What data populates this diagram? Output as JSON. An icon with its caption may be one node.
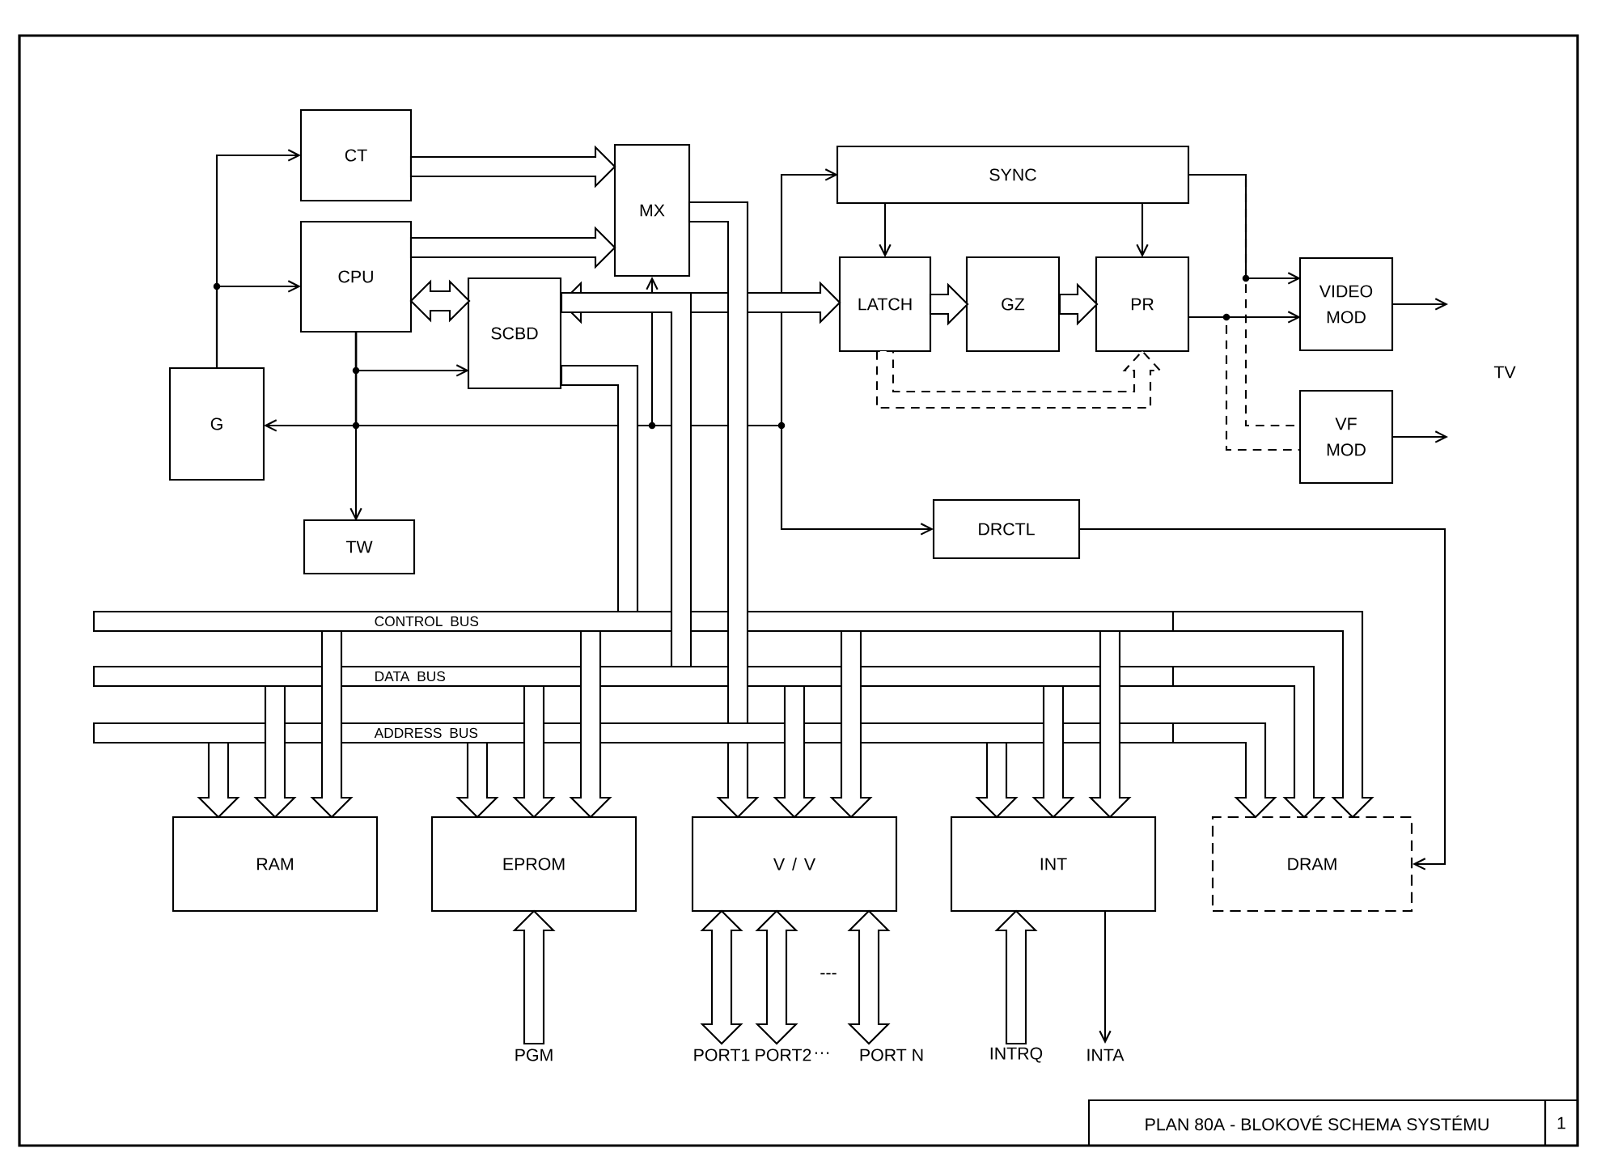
{
  "diagram": {
    "nodes": [
      {
        "text": [
          "CT"
        ]
      },
      {
        "text": [
          "CPU"
        ]
      },
      {
        "text": [
          "G"
        ]
      },
      {
        "text": [
          "SCBD"
        ]
      },
      {
        "text": [
          "TW"
        ]
      },
      {
        "text": [
          "MX"
        ]
      },
      {
        "text": [
          "SYNC"
        ]
      },
      {
        "text": [
          "LATCH"
        ]
      },
      {
        "text": [
          "GZ"
        ]
      },
      {
        "text": [
          "PR"
        ]
      },
      {
        "text": [
          "VIDEO MOD"
        ]
      },
      {
        "text": [
          "VF MOD"
        ]
      },
      {
        "text": [
          "DRCTL"
        ]
      },
      {
        "text": [
          "CONTROL BUS"
        ]
      },
      {
        "text": [
          "DATA BUS"
        ]
      },
      {
        "text": [
          "ADDRESS BUS"
        ]
      },
      {
        "text": [
          "RAM"
        ]
      },
      {
        "text": [
          "EPROM"
        ]
      },
      {
        "text": [
          "V / V"
        ]
      },
      {
        "text": [
          "INT"
        ]
      },
      {
        "text": [
          "DRAM"
        ]
      },
      {
        "text": [
          "PGM"
        ]
      },
      {
        "text": [
          "PORT1"
        ]
      },
      {
        "text": [
          "PORT2"
        ]
      },
      {
        "text": [
          "PORT N"
        ]
      },
      {
        "text": [
          "INTRQ"
        ]
      },
      {
        "text": [
          "INTA"
        ]
      }
    ],
    "edges": [
      {
        "from": 2,
        "to": 0,
        "arrow": "to"
      },
      {
        "from": 2,
        "to": 1,
        "arrow": "to"
      },
      {
        "from": 0,
        "to": 5,
        "arrow": "to",
        "style": "thick"
      },
      {
        "from": 1,
        "to": 5,
        "arrow": "to",
        "style": "thick"
      },
      {
        "from": 1,
        "to": 3,
        "arrow": "both",
        "style": "thick"
      },
      {
        "from": 1,
        "to": 3,
        "arrow": "to"
      },
      {
        "from": 1,
        "to": 4,
        "arrow": "to"
      },
      {
        "from": 1,
        "to": 2,
        "arrow": "to"
      },
      {
        "from": 1,
        "to": 5,
        "arrow": "to"
      },
      {
        "from": 1,
        "to": 6,
        "arrow": "to"
      },
      {
        "from": 1,
        "to": 12,
        "arrow": "to"
      },
      {
        "from": 3,
        "to": 7,
        "arrow": "both",
        "style": "thick"
      },
      {
        "from": 3,
        "to": 13,
        "arrow": "none",
        "style": "thick"
      },
      {
        "from": 3,
        "to": 14,
        "arrow": "none",
        "style": "thick"
      },
      {
        "from": 5,
        "to": 15,
        "arrow": "none",
        "style": "thick"
      },
      {
        "from": 6,
        "to": 7,
        "arrow": "to"
      },
      {
        "from": 6,
        "to": 9,
        "arrow": "to"
      },
      {
        "from": 7,
        "to": 8,
        "arrow": "to",
        "style": "thick"
      },
      {
        "from": 8,
        "to": 9,
        "arrow": "to",
        "style": "thick"
      },
      {
        "from": 7,
        "to": 9,
        "arrow": "to",
        "style": "dashed"
      },
      {
        "from": 9,
        "to": 10,
        "arrow": "to"
      },
      {
        "from": 9,
        "to": 11,
        "arrow": "none",
        "style": "dashed"
      },
      {
        "from": 6,
        "to": 10,
        "arrow": "to"
      },
      {
        "from": 6,
        "to": 11,
        "arrow": "none",
        "style": "dashed"
      },
      {
        "from": 10,
        "to": null,
        "arrow": "to"
      },
      {
        "from": 11,
        "to": null,
        "arrow": "to"
      },
      {
        "from": 12,
        "to": 20,
        "arrow": "to"
      },
      {
        "from": 15,
        "to": 16,
        "arrow": "to",
        "style": "thick"
      },
      {
        "from": 14,
        "to": 16,
        "arrow": "to",
        "style": "thick"
      },
      {
        "from": 13,
        "to": 16,
        "arrow": "to",
        "style": "thick"
      },
      {
        "from": 15,
        "to": 17,
        "arrow": "to",
        "style": "thick"
      },
      {
        "from": 14,
        "to": 17,
        "arrow": "to",
        "style": "thick"
      },
      {
        "from": 13,
        "to": 17,
        "arrow": "to",
        "style": "thick"
      },
      {
        "from": 15,
        "to": 18,
        "arrow": "to",
        "style": "thick"
      },
      {
        "from": 14,
        "to": 18,
        "arrow": "to",
        "style": "thick"
      },
      {
        "from": 13,
        "to": 18,
        "arrow": "to",
        "style": "thick"
      },
      {
        "from": 15,
        "to": 19,
        "arrow": "to",
        "style": "thick"
      },
      {
        "from": 14,
        "to": 19,
        "arrow": "to",
        "style": "thick"
      },
      {
        "from": 13,
        "to": 19,
        "arrow": "to",
        "style": "thick"
      },
      {
        "from": 15,
        "to": 20,
        "arrow": "to",
        "style": "thick"
      },
      {
        "from": 14,
        "to": 20,
        "arrow": "to",
        "style": "thick"
      },
      {
        "from": 13,
        "to": 20,
        "arrow": "to",
        "style": "thick"
      },
      {
        "from": 21,
        "to": 17,
        "arrow": "to",
        "style": "thick"
      },
      {
        "from": 18,
        "to": 22,
        "arrow": "both",
        "style": "thick"
      },
      {
        "from": 18,
        "to": 23,
        "arrow": "both",
        "style": "thick"
      },
      {
        "from": 18,
        "to": 24,
        "arrow": "both",
        "style": "thick"
      },
      {
        "from": 25,
        "to": 19,
        "arrow": "to",
        "style": "thick"
      },
      {
        "from": 19,
        "to": 26,
        "arrow": "to"
      }
    ],
    "labels": [
      "TV",
      "---",
      "···",
      "PLAN 80A - BLOKOVÉ SCHEMA SYSTÉMU",
      "1"
    ]
  }
}
